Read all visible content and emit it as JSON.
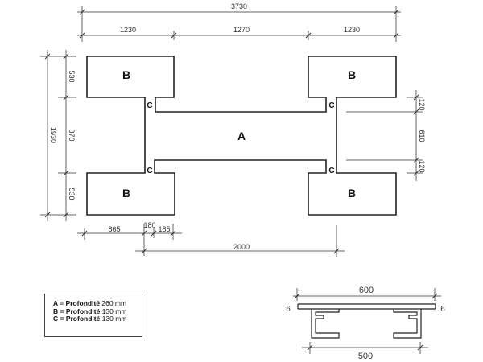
{
  "plan": {
    "labels": {
      "a": "A",
      "b": "B",
      "c": "C"
    },
    "dims": {
      "total_width": "3730",
      "left_width": "1230",
      "middle_width": "1270",
      "right_width": "1230",
      "total_height": "1930",
      "top_height": "530",
      "middle_height": "870",
      "bottom_height": "530",
      "right_top": "120",
      "right_middle": "610",
      "right_bottom": "120",
      "bottom_865": "865",
      "bottom_180": "180",
      "bottom_185": "185",
      "bottom_2000": "2000"
    }
  },
  "legend": [
    {
      "key": "A = Profondité",
      "value": "260 mm"
    },
    {
      "key": "B = Profondité",
      "value": "130 mm"
    },
    {
      "key": "C = Profondité",
      "value": "130 mm"
    }
  ],
  "section": {
    "top_width": "600",
    "bottom_width": "500",
    "left_overhang": "6",
    "right_overhang": "6"
  }
}
